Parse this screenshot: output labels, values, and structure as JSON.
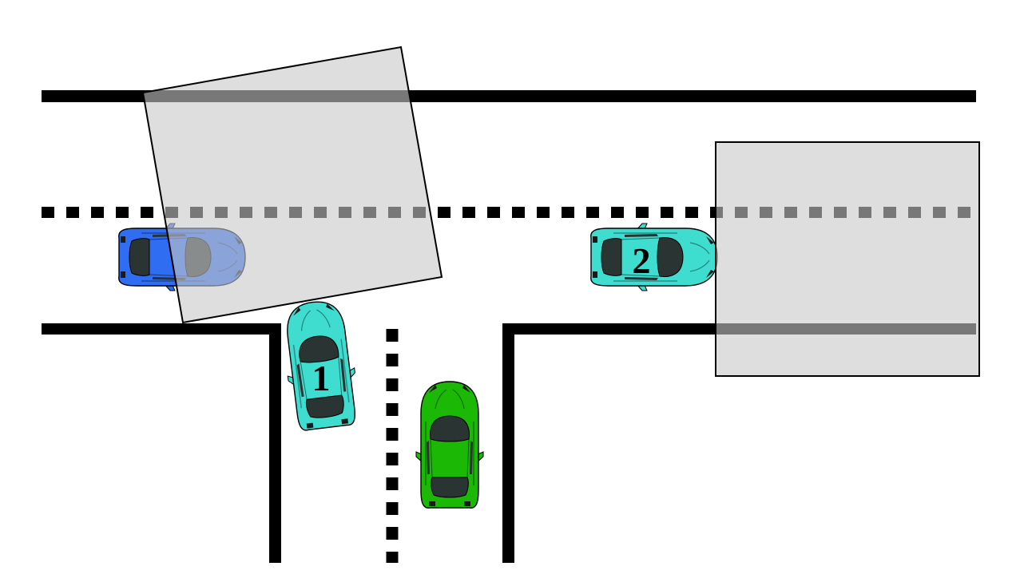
{
  "diagram": {
    "background": "#ffffff",
    "road_line_color": "#000000",
    "overlay_fill": "#c8c8c8",
    "overlay_stroke": "#000000",
    "cars": [
      {
        "id": "car-1",
        "label": "1",
        "color": "#3fdcd0",
        "heading": "up"
      },
      {
        "id": "car-2",
        "label": "2",
        "color": "#3fdcd0",
        "heading": "right"
      },
      {
        "id": "car-blue",
        "label": "",
        "color": "#2f6df2",
        "heading": "right"
      },
      {
        "id": "car-green",
        "label": "",
        "color": "#1cb806",
        "heading": "up"
      }
    ]
  }
}
